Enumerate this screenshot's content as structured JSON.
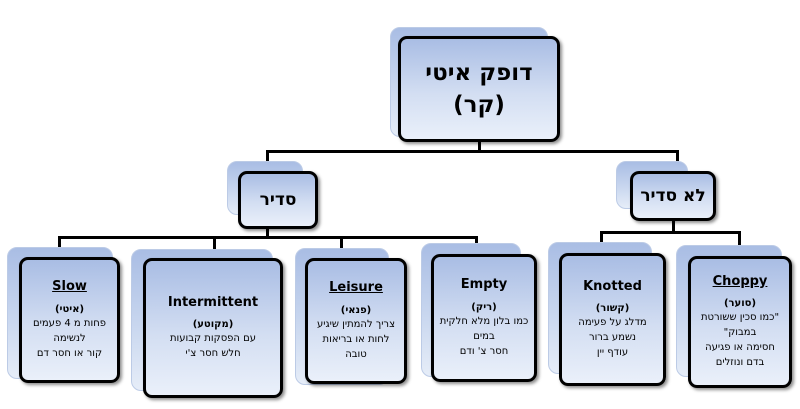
{
  "root": {
    "title": "דופק איטי",
    "subtitle": "(קר)"
  },
  "branches": {
    "regular": "סדיר",
    "irregular": "לא סדיר"
  },
  "leaves": [
    {
      "id": "slow",
      "title": "Slow",
      "heb": "(איטי)",
      "lines": [
        "פחות מ 4 פעמים",
        "לנשימה",
        "קור או חסר דם"
      ]
    },
    {
      "id": "intermittent",
      "title": "Intermittent",
      "heb": "(מקוטע)",
      "lines": [
        "עם הפסקות קבועות",
        "חלש חסר צ'י"
      ]
    },
    {
      "id": "leisure",
      "title": "Leisure",
      "heb": "(פנאי)",
      "lines": [
        "צריך להמתין שיגיע",
        "לחות או בריאות",
        "טובה"
      ]
    },
    {
      "id": "empty",
      "title": "Empty",
      "heb": "(ריק)",
      "lines": [
        "כמו בלון מלא חלקית",
        "במים",
        "חסר צ' ודם"
      ]
    },
    {
      "id": "knotted",
      "title": "Knotted",
      "heb": "(קשור)",
      "lines": [
        "מדלג על פעימה",
        "נשמע ברור",
        "עודף יין"
      ]
    },
    {
      "id": "choppy",
      "title": "Choppy",
      "heb": "(סוער)",
      "lines": [
        "\"כמו סכין ששורטת",
        "במבוק\"",
        "חסימה או פגיעה",
        "בדם ונוזלים"
      ]
    }
  ]
}
